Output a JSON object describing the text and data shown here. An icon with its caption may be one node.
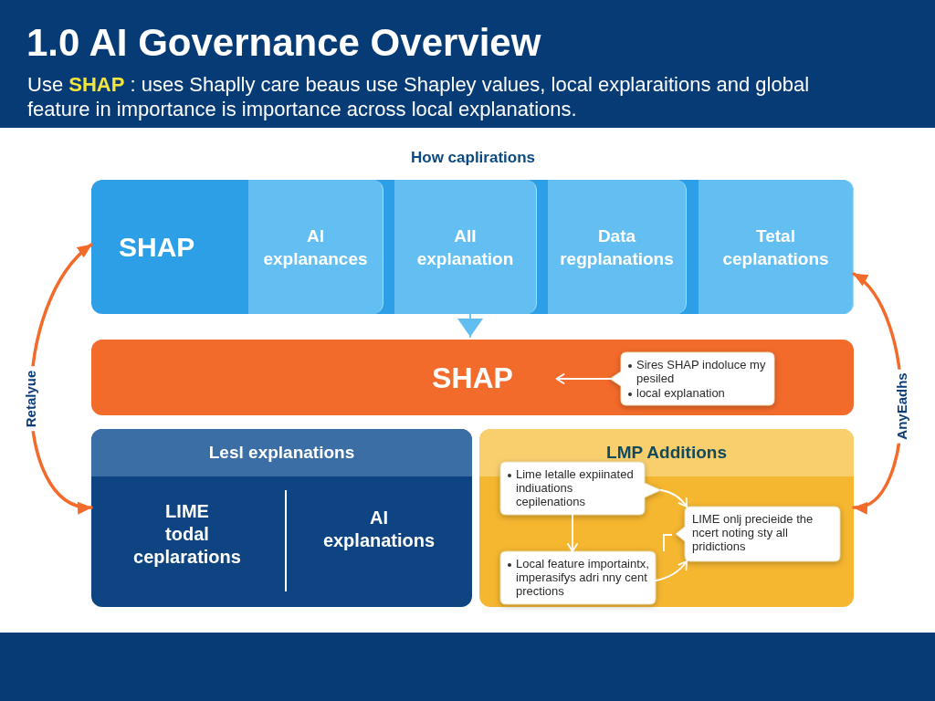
{
  "diagram": {
    "title": "1.0 AI Governance Overview",
    "nodes": [
      {
        "text": [
          "SHAP"
        ]
      },
      {
        "text": [
          "AI explanances"
        ],
        "in": 0
      },
      {
        "text": [
          "AII explanation"
        ],
        "in": 0
      },
      {
        "text": [
          "Data regplanations"
        ],
        "in": 0
      },
      {
        "text": [
          "Tetal ceplanations"
        ],
        "in": 0
      },
      {
        "text": [
          "SHAP"
        ]
      },
      {
        "text": [
          "Sires SHAP indoluce my pesiled",
          "local explanation"
        ],
        "in": 5
      },
      {
        "text": [
          "Lesl explanations",
          "LIME todal ceplarations",
          "AI explanations"
        ]
      },
      {
        "text": [
          "LMP Additions"
        ]
      },
      {
        "text": [
          "Lime letalle expiinated indiuations cepilenations"
        ],
        "in": 8
      },
      {
        "text": [
          "LIME onlj precieide the ncert noting sty all pridictions"
        ],
        "in": 8
      },
      {
        "text": [
          "Local feature importaintx, imperasifys adri nny cent prections"
        ],
        "in": 8
      }
    ],
    "edges": [
      {
        "from": 2,
        "to": 5,
        "arrow": "to",
        "color": "#62bdf0"
      },
      {
        "from": 0,
        "to": 7,
        "arrow": "both",
        "label": "Retalyue",
        "style": "thick",
        "color": "#f26b2b"
      },
      {
        "from": 0,
        "to": 8,
        "arrow": "both",
        "label": "AnyEadhs",
        "style": "thick",
        "color": "#f26b2b"
      },
      {
        "from": 6,
        "to": 5,
        "arrow": "to"
      },
      {
        "from": 9,
        "to": 11,
        "arrow": "to"
      },
      {
        "from": 9,
        "to": 10,
        "arrow": "to"
      },
      {
        "from": 11,
        "to": 10,
        "arrow": "to"
      }
    ],
    "labels": [
      "Use **SHAP** : uses Shaplly care beaus use Shapley values, local explaraitions and global feature in importance is importance across local explanations.",
      "How caplirations"
    ]
  }
}
